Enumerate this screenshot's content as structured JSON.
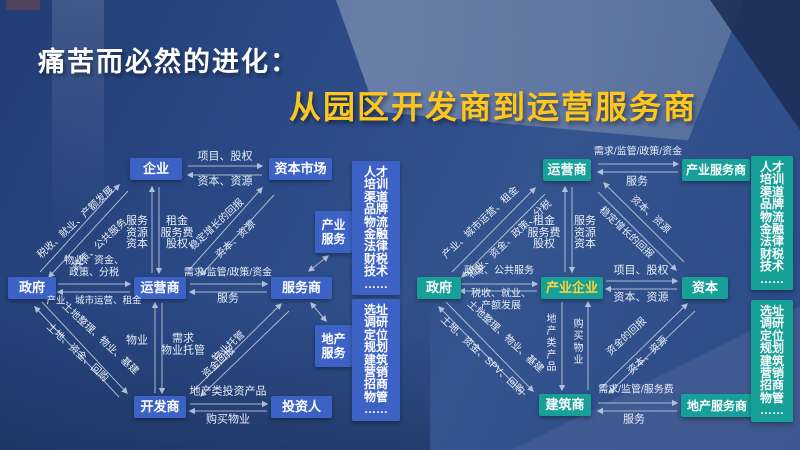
{
  "title": {
    "line1": "痛苦而必然的进化：",
    "line2": "从园区开发商到运营服务商"
  },
  "colors": {
    "left_box_blue": "#3d62c5",
    "right_box_teal": "#16a098",
    "accent_yellow": "#ffc61b",
    "arrow_gray": "#c2cddc"
  },
  "left": {
    "nodes": {
      "enterprise": "企业",
      "capital_market": "资本市场",
      "industry_service": "产业\n服务",
      "government": "政府",
      "operator": "运营商",
      "service_provider": "服务商",
      "realestate_service": "地产\n服务",
      "developer": "开发商",
      "investor": "投资人"
    },
    "side": {
      "talent": "人才\n培训\n渠道\n品牌\n物流\n金融\n法律\n财税\n技术\n……",
      "siting": "选址\n调研\n定位\n规划\n建筑\n营销\n招商\n物管\n……"
    },
    "labels": {
      "project_equity": "项目、股权",
      "capital_resource_h": "资本、资源",
      "service_resource_capital": "服务\n资源\n资本",
      "rent_fee_equity": "租金\n服务费\n股权",
      "tax_jobs_industry": "税收、就业、产额发展",
      "policy_public_service": "政策、公共服务",
      "property_fund_policy_tax": "物业、资金、\n政策、分税",
      "industry_cityops_rent": "产业、城市运营、租金",
      "demand_regulation_policy_fund": "需求/监管/政策/资金",
      "service": "服务",
      "stable_growth_return": "稳定增长的回报",
      "capital_resource_diag": "资本、资源",
      "property": "物业",
      "demand_property_trust": "需求\n物业托管",
      "land_consolidation": "土地整理、物业、基建",
      "land_fund_buyback": "土地、资金、回购",
      "property_trusteeship": "物业托管",
      "fund_return": "资金回报",
      "realestate_investment_products": "地产类投资产品",
      "buy_property": "购买物业"
    }
  },
  "right": {
    "nodes": {
      "operator": "运营商",
      "industry_service_provider": "产业服务商",
      "government": "政府",
      "industry_enterprise": "产业企业",
      "capital": "资本",
      "builder": "建筑商",
      "realestate_service_provider": "地产服务商"
    },
    "side": {
      "talent": "人才\n培训\n渠道\n品牌\n物流\n金融\n法律\n财税\n技术\n……",
      "siting": "选址\n调研\n定位\n规划\n建筑\n营销\n招商\n物管\n……"
    },
    "labels": {
      "industry_cityops_rent": "产业、城市运营、租金",
      "property_fund_policy_tax": "物业、资金、政策、分税",
      "rent_fee_equity": "租金\n服务费\n股权",
      "service_resource_capital": "服务\n资源\n资本",
      "policy_public_service": "政策、公共服务",
      "tax_jobs_industry": "税收、就业、\n产额发展",
      "demand_regulation_policy_fund": "需求/监管/政策/资金",
      "service_top": "服务",
      "project_equity": "项目、股权",
      "capital_resource_h": "资本、资源",
      "stable_growth_return": "稳定增长的回报",
      "capital_resource_diag_top": "资本、资源",
      "realestate_products": "地产类产品",
      "buy_property": "购买物业",
      "land_consolidation": "土地整理、物业、基建",
      "land_fund_spv_buyback": "土地、资金、SPV、回购",
      "fund_return": "资金的回报",
      "capital_resource_diag_bottom": "资本、资源",
      "demand_regulation_servicefee": "需求/监管/服务费",
      "service_bottom": "服务"
    }
  }
}
